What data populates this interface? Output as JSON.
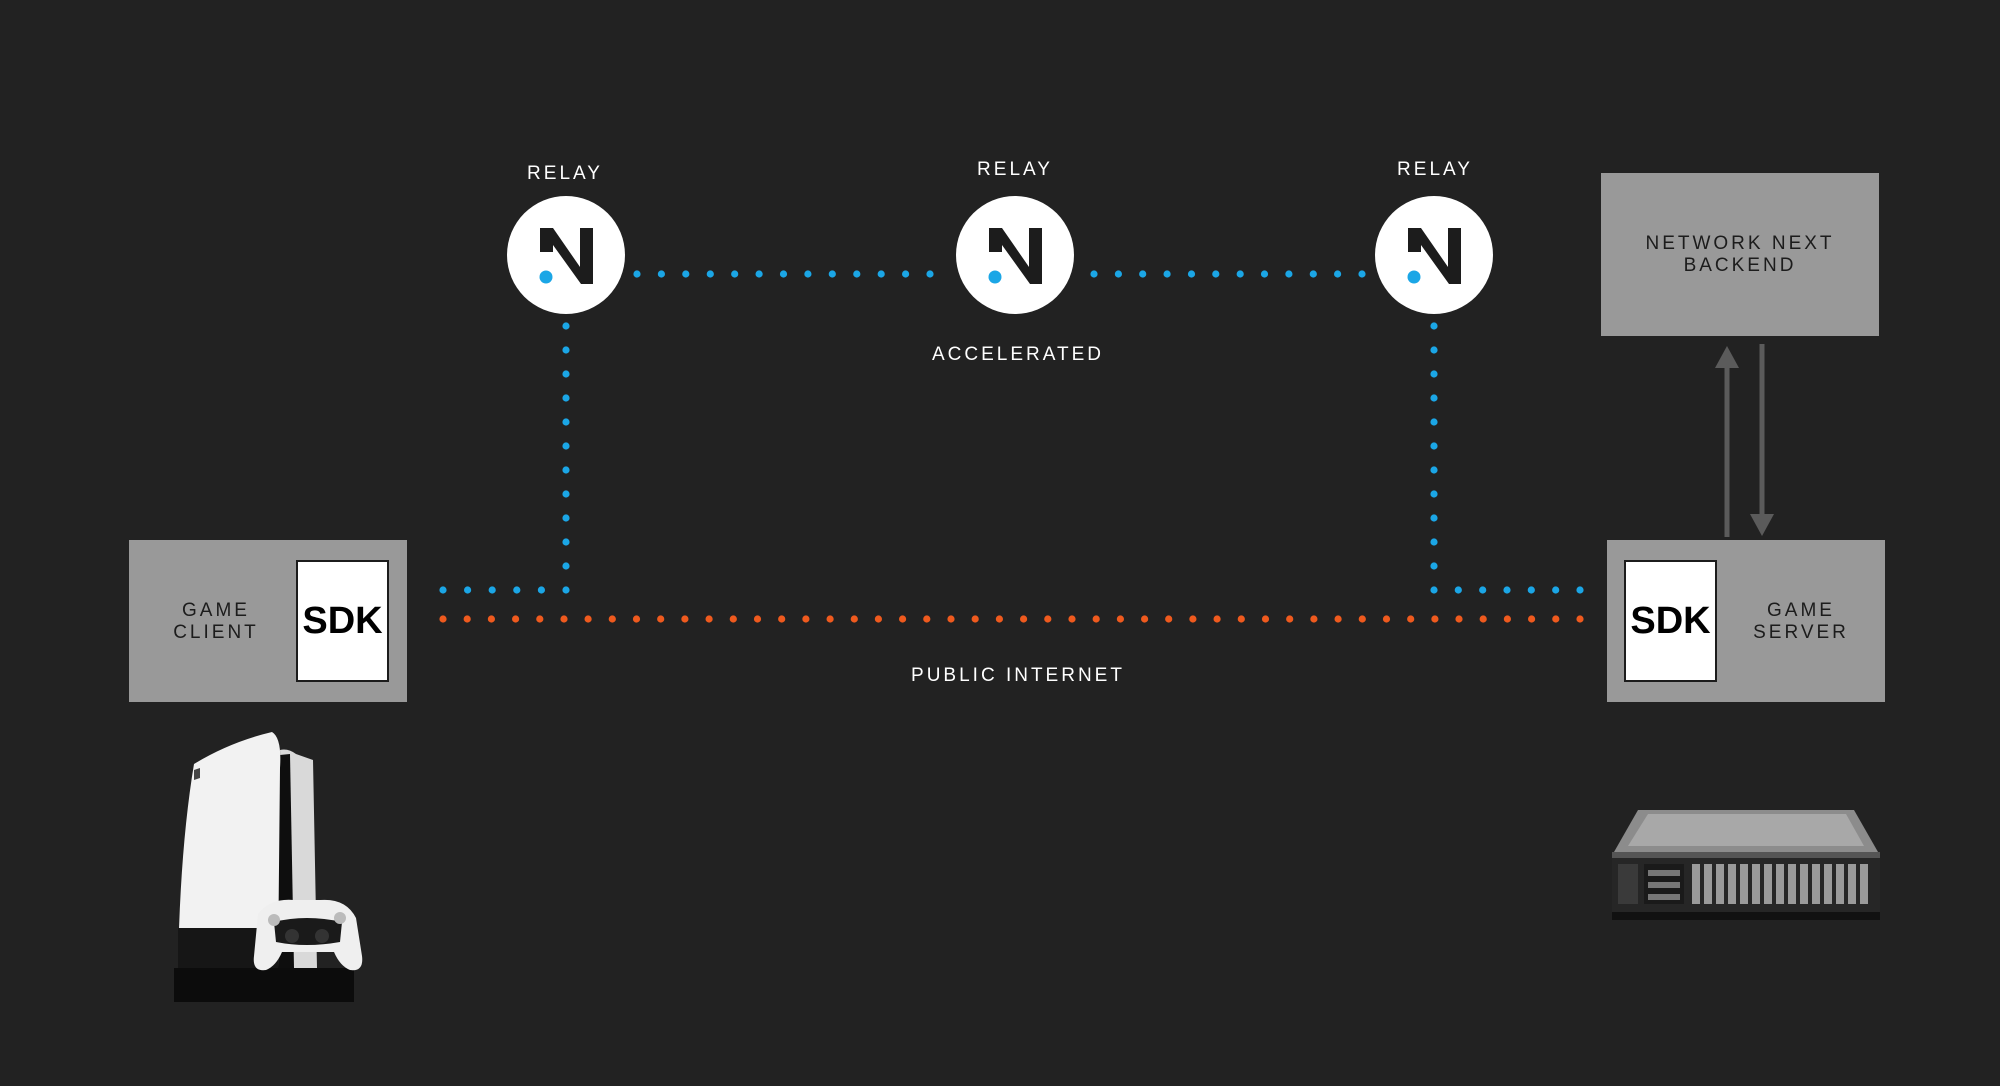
{
  "relays": [
    {
      "label": "RELAY",
      "icon": "network-next-logo-icon"
    },
    {
      "label": "RELAY",
      "icon": "network-next-logo-icon"
    },
    {
      "label": "RELAY",
      "icon": "network-next-logo-icon"
    }
  ],
  "paths": {
    "accelerated_label": "ACCELERATED",
    "public_label": "PUBLIC INTERNET"
  },
  "backend": {
    "line1": "NETWORK NEXT",
    "line2": "BACKEND"
  },
  "client": {
    "line1": "GAME",
    "line2": "CLIENT",
    "sdk": "SDK",
    "device_icon": "game-console-icon"
  },
  "server": {
    "line1": "GAME",
    "line2": "SERVER",
    "sdk": "SDK",
    "device_icon": "rack-server-icon"
  },
  "colors": {
    "background": "#222222",
    "box": "#999999",
    "accelerated_dots": "#1ba6e6",
    "public_dots": "#ef5a1e",
    "arrows": "#5b5b5b"
  }
}
